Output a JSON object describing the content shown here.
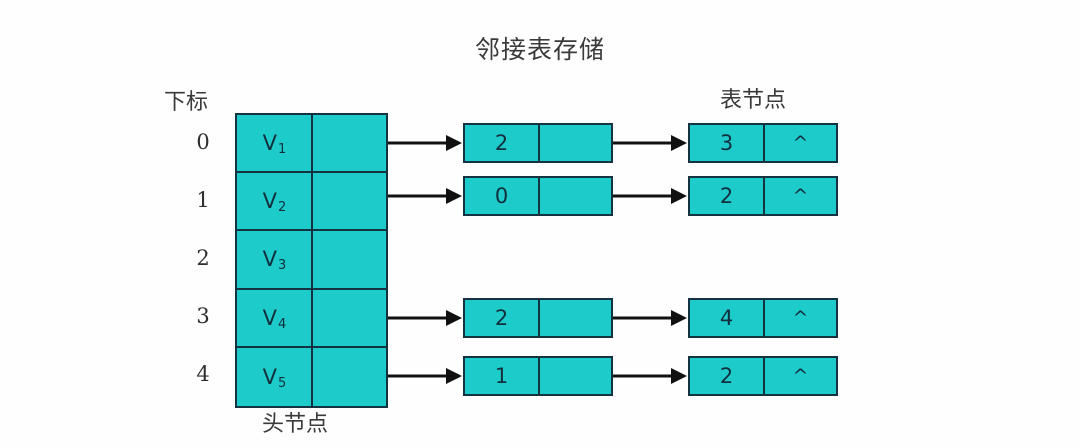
{
  "title": "邻接表存储",
  "captions": {
    "index": "下标",
    "head_node": "头节点",
    "list_node": "表节点"
  },
  "colors": {
    "node_fill": "#1ecbcb",
    "node_border": "#14323f",
    "arrow": "#111111",
    "background": "#ffffff",
    "text": "#2b2b2b"
  },
  "indices": [
    "0",
    "1",
    "2",
    "3",
    "4"
  ],
  "head_nodes": [
    {
      "vertex": "V",
      "sub": "1"
    },
    {
      "vertex": "V",
      "sub": "2"
    },
    {
      "vertex": "V",
      "sub": "3"
    },
    {
      "vertex": "V",
      "sub": "4"
    },
    {
      "vertex": "V",
      "sub": "5"
    }
  ],
  "adjacency": [
    {
      "index": "0",
      "vertex": "V1",
      "nodes": [
        {
          "value": "2",
          "next": ""
        },
        {
          "value": "3",
          "next": "^"
        }
      ]
    },
    {
      "index": "1",
      "vertex": "V2",
      "nodes": [
        {
          "value": "0",
          "next": ""
        },
        {
          "value": "2",
          "next": "^"
        }
      ]
    },
    {
      "index": "2",
      "vertex": "V3",
      "nodes": []
    },
    {
      "index": "3",
      "vertex": "V4",
      "nodes": [
        {
          "value": "2",
          "next": ""
        },
        {
          "value": "4",
          "next": "^"
        }
      ]
    },
    {
      "index": "4",
      "vertex": "V5",
      "nodes": [
        {
          "value": "1",
          "next": ""
        },
        {
          "value": "2",
          "next": "^"
        }
      ]
    }
  ],
  "null_symbol": "^"
}
